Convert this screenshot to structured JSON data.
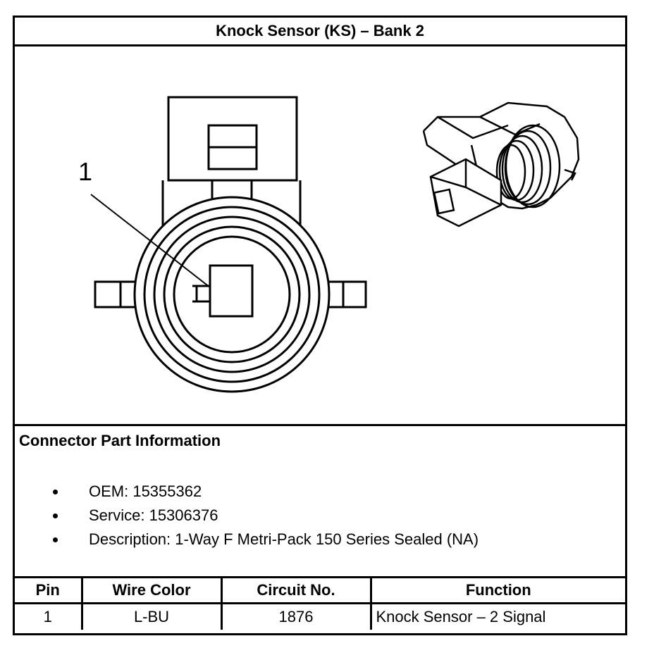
{
  "title": "Knock Sensor (KS) – Bank 2",
  "figure": {
    "callout_label": "1"
  },
  "connector_info": {
    "heading": "Connector Part Information",
    "items": [
      "OEM: 15355362",
      "Service: 15306376",
      "Description: 1-Way F Metri-Pack 150 Series Sealed (NA)"
    ]
  },
  "pin_table": {
    "headers": [
      "Pin",
      "Wire Color",
      "Circuit No.",
      "Function"
    ],
    "rows": [
      [
        "1",
        "L-BU",
        "1876",
        "Knock Sensor – 2 Signal"
      ]
    ]
  }
}
